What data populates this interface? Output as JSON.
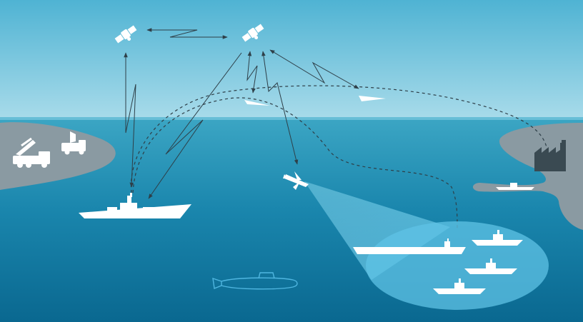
{
  "diagram": {
    "title": "",
    "colors": {
      "sky_top": "#4fb3d3",
      "sky_bottom": "#a8dbea",
      "sea_top": "#3aa3c2",
      "sea_bottom": "#0c6e97",
      "land": "#8a9aa2",
      "vessel": "#ffffff",
      "link_line": "#2e3f48",
      "submarine_outline": "#4fb6e0",
      "sonar_zone": "#5fc3e6",
      "factory": "#3a4a52"
    },
    "nodes": [
      {
        "id": "satellite-left",
        "icon": "satellite-icon"
      },
      {
        "id": "satellite-right",
        "icon": "satellite-icon"
      },
      {
        "id": "missile-launcher-truck",
        "icon": "missile-launcher-icon"
      },
      {
        "id": "radar-truck",
        "icon": "radar-truck-icon"
      },
      {
        "id": "warship",
        "icon": "destroyer-icon"
      },
      {
        "id": "cruise-missile-near",
        "icon": "missile-icon"
      },
      {
        "id": "cruise-missile-far",
        "icon": "missile-icon"
      },
      {
        "id": "patrol-aircraft",
        "icon": "aircraft-icon"
      },
      {
        "id": "factory",
        "icon": "factory-icon"
      },
      {
        "id": "harbor-boat",
        "icon": "boat-icon"
      },
      {
        "id": "aircraft-carrier",
        "icon": "carrier-icon"
      },
      {
        "id": "target-ship-1",
        "icon": "ship-icon"
      },
      {
        "id": "target-ship-2",
        "icon": "ship-icon"
      },
      {
        "id": "target-ship-3",
        "icon": "ship-icon"
      },
      {
        "id": "submarine",
        "icon": "submarine-icon"
      }
    ],
    "links": [
      {
        "from": "satellite-left",
        "to": "satellite-right",
        "style": "zigzag-double-arrow"
      },
      {
        "from": "satellite-left",
        "to": "warship",
        "style": "zigzag-double-arrow"
      },
      {
        "from": "satellite-right",
        "to": "warship",
        "style": "zigzag-arrow"
      },
      {
        "from": "satellite-right",
        "to": "cruise-missile-near",
        "style": "zigzag-double-arrow"
      },
      {
        "from": "satellite-right",
        "to": "cruise-missile-far",
        "style": "zigzag-double-arrow"
      },
      {
        "from": "satellite-right",
        "to": "patrol-aircraft",
        "style": "arrow"
      },
      {
        "from": "warship",
        "to": "target-ship-1",
        "style": "dashed-trajectory"
      },
      {
        "from": "warship",
        "to": "factory",
        "style": "dashed-trajectory"
      }
    ]
  }
}
